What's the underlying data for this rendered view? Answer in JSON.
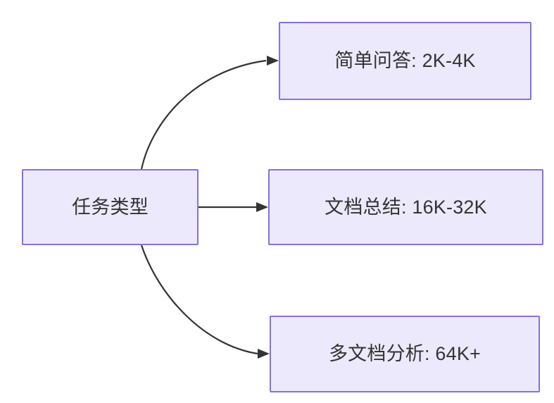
{
  "diagram": {
    "type": "flowchart",
    "direction": "left-to-right",
    "background_color": "#ffffff",
    "node_fill_color": "#ebe9fb",
    "node_border_color": "#8a71d8",
    "node_text_color": "#333333",
    "edge_color": "#333333",
    "root": {
      "id": "task-type",
      "label": "任务类型"
    },
    "branches": [
      {
        "id": "simple-qa",
        "label": "简单问答: 2K-4K",
        "edge_style": "curved",
        "arrow": "arrowhead-right"
      },
      {
        "id": "doc-summary",
        "label": "文档总结: 16K-32K",
        "edge_style": "straight",
        "arrow": "arrowhead-right"
      },
      {
        "id": "multi-doc",
        "label": "多文档分析: 64K+",
        "edge_style": "curved",
        "arrow": "arrowhead-right"
      }
    ]
  }
}
